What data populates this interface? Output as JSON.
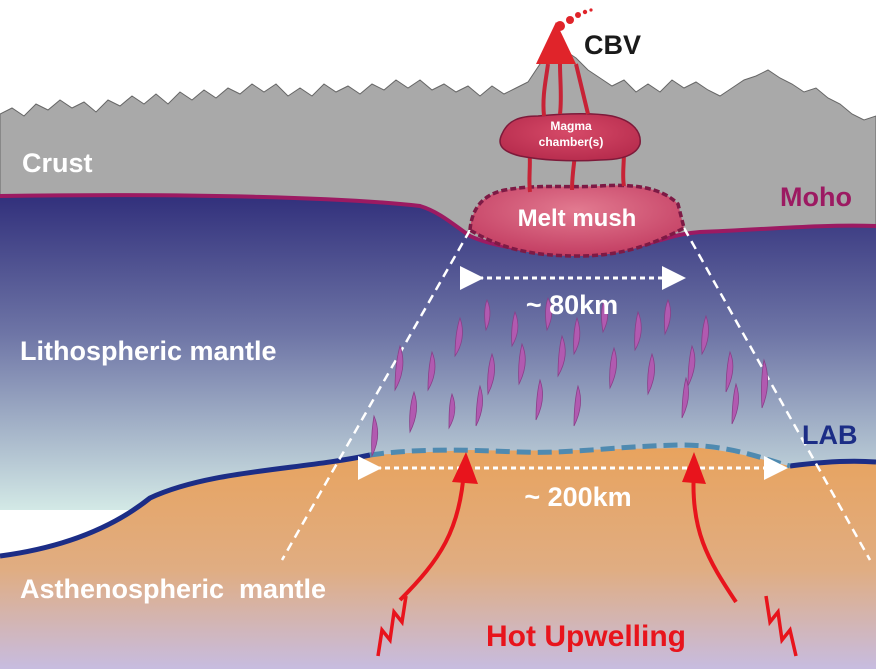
{
  "labels": {
    "volcano": "CBV",
    "magma_chamber_line1": "Magma",
    "magma_chamber_line2": "chamber(s)",
    "crust": "Crust",
    "moho": "Moho",
    "melt_mush": "Melt mush",
    "width_top": "~ 80km",
    "lithospheric_mantle": "Lithospheric mantle",
    "lab": "LAB",
    "width_bottom": "~ 200km",
    "asthenospheric_mantle": "Asthenospheric  mantle",
    "hot_upwelling": "Hot Upwelling"
  },
  "colors": {
    "crust": "#a9a9a9",
    "moho_line": "#9c1a62",
    "lab_line": "#1c2d86",
    "lithosphere_top": "#2f2d7a",
    "lithosphere_bottom": "#d3e9e6",
    "asthenosphere_top": "#e8a35e",
    "asthenosphere_bottom": "#c7bce0",
    "magma_red": "#e0242a",
    "melt_mush": "#d24a6d",
    "melt_streak": "#b15ab0",
    "upwelling_arrow": "#e8141c",
    "label_dark": "#1a1a1a",
    "label_white": "#ffffff"
  }
}
